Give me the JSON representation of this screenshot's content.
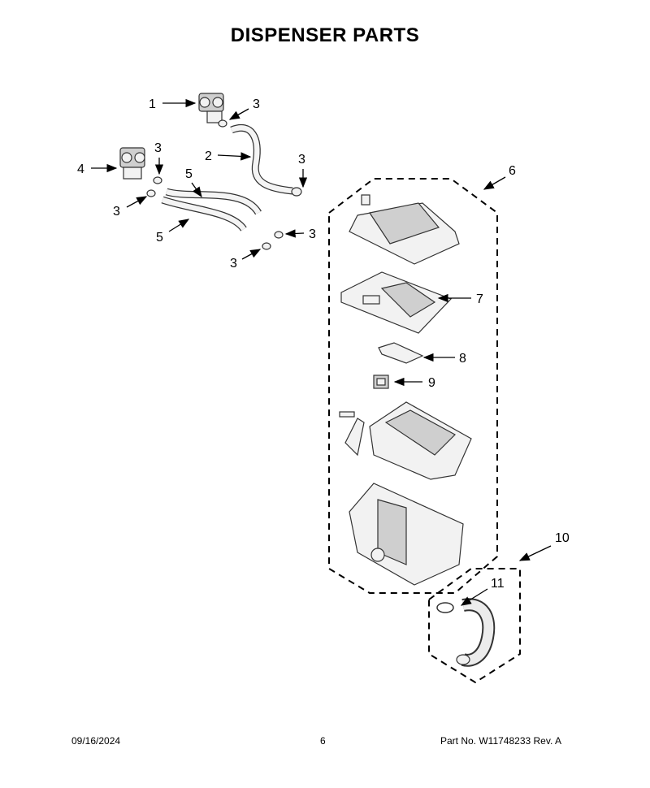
{
  "title": "DISPENSER PARTS",
  "callouts": {
    "valve_a": "1",
    "clamp_a": "3",
    "hose_2": "2",
    "clamp_b": "3",
    "valve_4": "4",
    "clamp_c": "3",
    "clamp_d": "3",
    "hose_5a": "5",
    "hose_5b": "5",
    "clamp_e": "3",
    "clamp_f": "3",
    "dispenser_6": "6",
    "tray_7": "7",
    "part_8": "8",
    "part_9": "9",
    "bellows_10": "10",
    "clamp_11": "11"
  },
  "footer": {
    "date": "09/16/2024",
    "page": "6",
    "part_no": "Part No.  W11748233  Rev.  A"
  }
}
